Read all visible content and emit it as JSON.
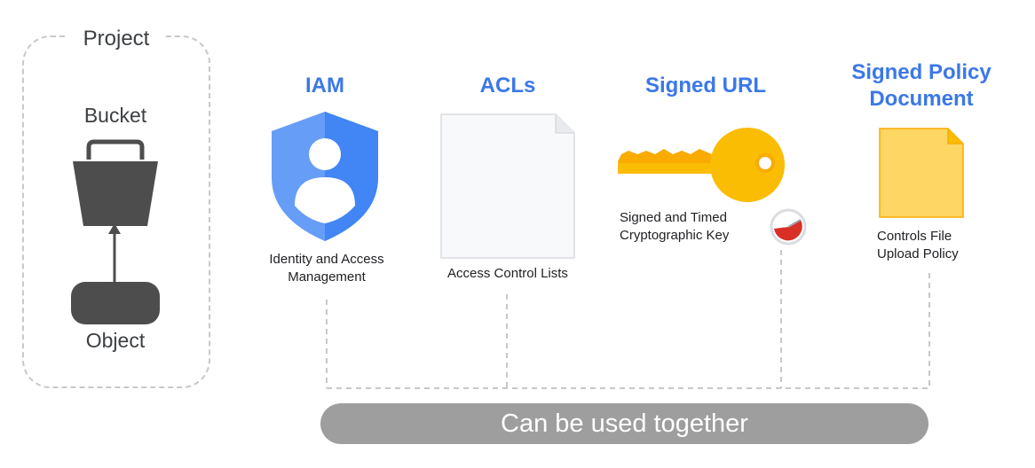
{
  "project": {
    "title": "Project",
    "bucket_label": "Bucket",
    "object_label": "Object"
  },
  "methods": [
    {
      "title": "IAM",
      "description_line1": "Identity and Access",
      "description_line2": "Management",
      "icon": "shield-user-icon"
    },
    {
      "title": "ACLs",
      "description_line1": "Access Control Lists",
      "icon": "document-icon"
    },
    {
      "title": "Signed URL",
      "description_line1": "Signed and Timed",
      "description_line2": "Cryptographic Key",
      "icon": "key-icon"
    },
    {
      "title_line1": "Signed Policy",
      "title_line2": "Document",
      "description_line1": "Controls File",
      "description_line2": "Upload Policy",
      "icon": "policy-document-icon"
    }
  ],
  "banner": {
    "label": "Can be used together"
  },
  "colors": {
    "title_blue": "#3b78e7",
    "shield_light": "#669df6",
    "shield_dark": "#4285f4",
    "key_gold": "#fbbc04",
    "policy_yellow": "#fdd663",
    "timer_red": "#d93025",
    "dash_gray": "#c8c8c8",
    "banner_gray": "#9e9e9e"
  }
}
